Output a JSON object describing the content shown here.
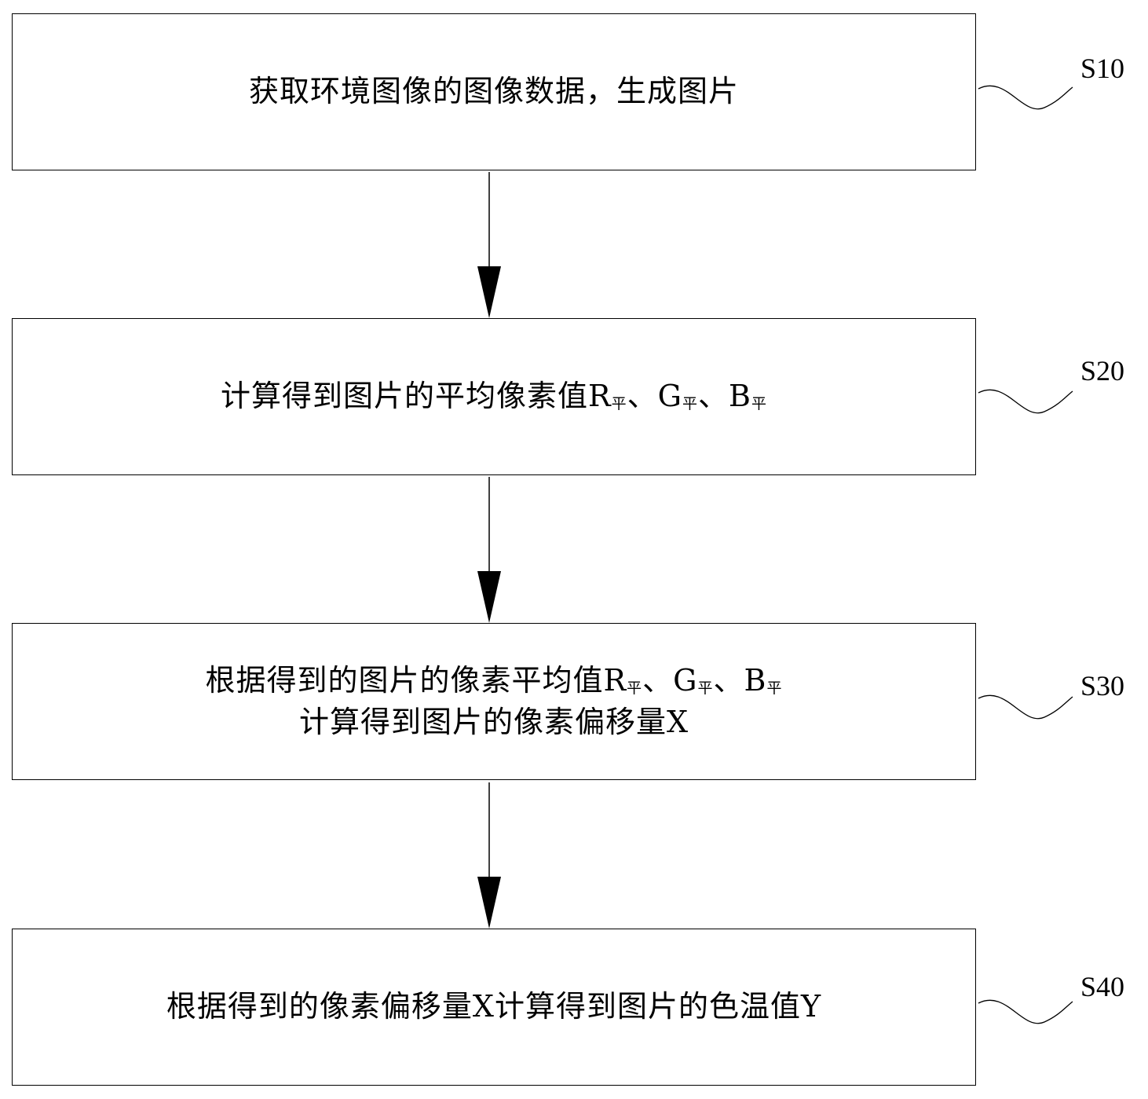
{
  "steps": [
    {
      "id": "S10",
      "lines": [
        {
          "parts": [
            {
              "text": "获取环境图像的图像数据，生成图片"
            }
          ]
        }
      ]
    },
    {
      "id": "S20",
      "lines": [
        {
          "parts": [
            {
              "text": "计算得到图片的平均像素值R"
            },
            {
              "text": "平",
              "sub": true
            },
            {
              "text": "、G"
            },
            {
              "text": "平",
              "sub": true
            },
            {
              "text": "、B"
            },
            {
              "text": "平",
              "sub": true
            }
          ]
        }
      ]
    },
    {
      "id": "S30",
      "lines": [
        {
          "parts": [
            {
              "text": "根据得到的图片的像素平均值R"
            },
            {
              "text": "平",
              "sub": true
            },
            {
              "text": "、G"
            },
            {
              "text": "平",
              "sub": true
            },
            {
              "text": "、B"
            },
            {
              "text": "平",
              "sub": true
            }
          ]
        },
        {
          "parts": [
            {
              "text": "计算得到图片的像素偏移量X"
            }
          ]
        }
      ]
    },
    {
      "id": "S40",
      "lines": [
        {
          "parts": [
            {
              "text": "根据得到的像素偏移量X计算得到图片的色温值Y"
            }
          ]
        }
      ]
    }
  ]
}
